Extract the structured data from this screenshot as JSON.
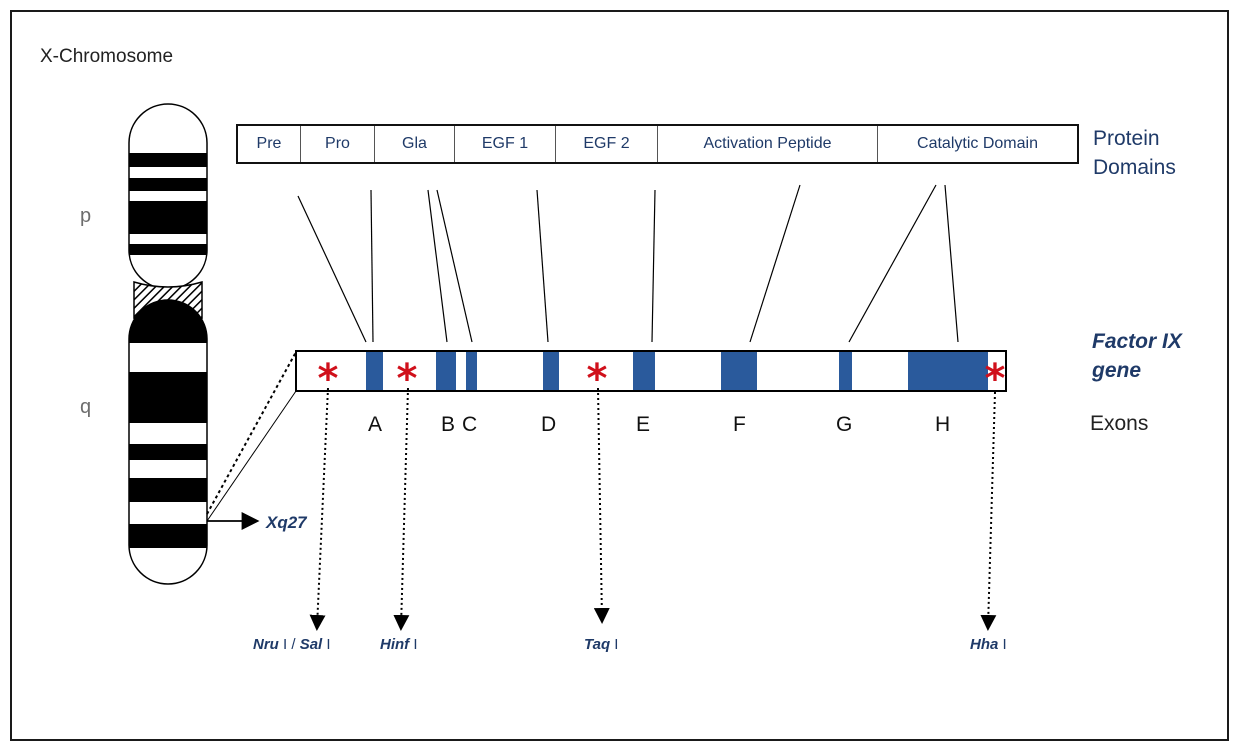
{
  "title": "X-Chromosome",
  "chromosome": {
    "arm_p": "p",
    "arm_q": "q",
    "locus": "Xq27"
  },
  "protein_domains": {
    "label_line1": "Protein",
    "label_line2": "Domains",
    "items": [
      {
        "name": "Pre"
      },
      {
        "name": "Pro"
      },
      {
        "name": "Gla"
      },
      {
        "name": "EGF 1"
      },
      {
        "name": "EGF 2"
      },
      {
        "name": "Activation Peptide"
      },
      {
        "name": "Catalytic Domain"
      }
    ]
  },
  "gene": {
    "label_line1": "Factor IX",
    "label_line2": "gene",
    "exons_label": "Exons",
    "exons": [
      "A",
      "B",
      "C",
      "D",
      "E",
      "F",
      "G",
      "H"
    ]
  },
  "restriction_sites": [
    {
      "enzyme": "Nru I / Sal I"
    },
    {
      "enzyme": "Hinf I"
    },
    {
      "enzyme": "Taq I"
    },
    {
      "enzyme": "Hha I"
    }
  ],
  "colors": {
    "exon": "#2a5a9c",
    "site_marker": "#d0101b",
    "text_blue": "#1f3a68",
    "band": "#000000"
  }
}
